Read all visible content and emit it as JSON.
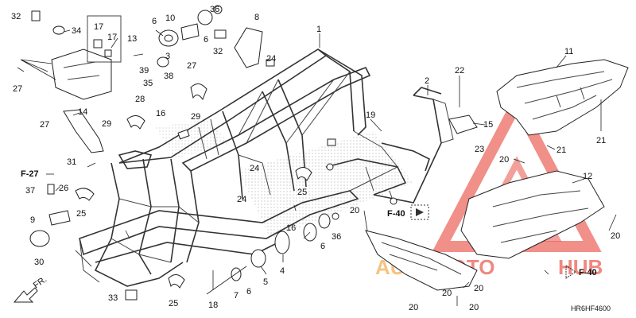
{
  "diagram": {
    "code": "HR6HF4600",
    "direction_label": "FR.",
    "section_refs": [
      {
        "id": "ref-f27",
        "label": "F-27"
      },
      {
        "id": "ref-f40-left",
        "label": "F-40"
      },
      {
        "id": "ref-f40-right",
        "label": "F-40"
      }
    ],
    "watermark": {
      "part1": "AUTO",
      "part2": "MOTO",
      "part3": "HUB",
      "color_red": "#e8443a",
      "color_orange": "#f2a23a"
    },
    "callouts": [
      {
        "id": "c1",
        "label": "1"
      },
      {
        "id": "c2",
        "label": "2"
      },
      {
        "id": "c3",
        "label": "3"
      },
      {
        "id": "c4",
        "label": "4"
      },
      {
        "id": "c5",
        "label": "5"
      },
      {
        "id": "c6a",
        "label": "6"
      },
      {
        "id": "c6b",
        "label": "6"
      },
      {
        "id": "c6c",
        "label": "6"
      },
      {
        "id": "c6d",
        "label": "6"
      },
      {
        "id": "c7",
        "label": "7"
      },
      {
        "id": "c8",
        "label": "8"
      },
      {
        "id": "c9",
        "label": "9"
      },
      {
        "id": "c10",
        "label": "10"
      },
      {
        "id": "c11",
        "label": "11"
      },
      {
        "id": "c12",
        "label": "12"
      },
      {
        "id": "c13",
        "label": "13"
      },
      {
        "id": "c14",
        "label": "14"
      },
      {
        "id": "c15",
        "label": "15"
      },
      {
        "id": "c16a",
        "label": "16"
      },
      {
        "id": "c16b",
        "label": "16"
      },
      {
        "id": "c17a",
        "label": "17"
      },
      {
        "id": "c17b",
        "label": "17"
      },
      {
        "id": "c18",
        "label": "18"
      },
      {
        "id": "c19",
        "label": "19"
      },
      {
        "id": "c20a",
        "label": "20"
      },
      {
        "id": "c20b",
        "label": "20"
      },
      {
        "id": "c20c",
        "label": "20"
      },
      {
        "id": "c20d",
        "label": "20"
      },
      {
        "id": "c20e",
        "label": "20"
      },
      {
        "id": "c20f",
        "label": "20"
      },
      {
        "id": "c20g",
        "label": "20"
      },
      {
        "id": "c21a",
        "label": "21"
      },
      {
        "id": "c21b",
        "label": "21"
      },
      {
        "id": "c22",
        "label": "22"
      },
      {
        "id": "c23",
        "label": "23"
      },
      {
        "id": "c24a",
        "label": "24"
      },
      {
        "id": "c24b",
        "label": "24"
      },
      {
        "id": "c24c",
        "label": "24"
      },
      {
        "id": "c25a",
        "label": "25"
      },
      {
        "id": "c25b",
        "label": "25"
      },
      {
        "id": "c25c",
        "label": "25"
      },
      {
        "id": "c26",
        "label": "26"
      },
      {
        "id": "c27a",
        "label": "27"
      },
      {
        "id": "c27b",
        "label": "27"
      },
      {
        "id": "c27c",
        "label": "27"
      },
      {
        "id": "c28",
        "label": "28"
      },
      {
        "id": "c29a",
        "label": "29"
      },
      {
        "id": "c29b",
        "label": "29"
      },
      {
        "id": "c30",
        "label": "30"
      },
      {
        "id": "c31",
        "label": "31"
      },
      {
        "id": "c32a",
        "label": "32"
      },
      {
        "id": "c32b",
        "label": "32"
      },
      {
        "id": "c33",
        "label": "33"
      },
      {
        "id": "c34",
        "label": "34"
      },
      {
        "id": "c35",
        "label": "35"
      },
      {
        "id": "c36a",
        "label": "36"
      },
      {
        "id": "c36b",
        "label": "36"
      },
      {
        "id": "c37",
        "label": "37"
      },
      {
        "id": "c38",
        "label": "38"
      },
      {
        "id": "c39",
        "label": "39"
      }
    ]
  }
}
